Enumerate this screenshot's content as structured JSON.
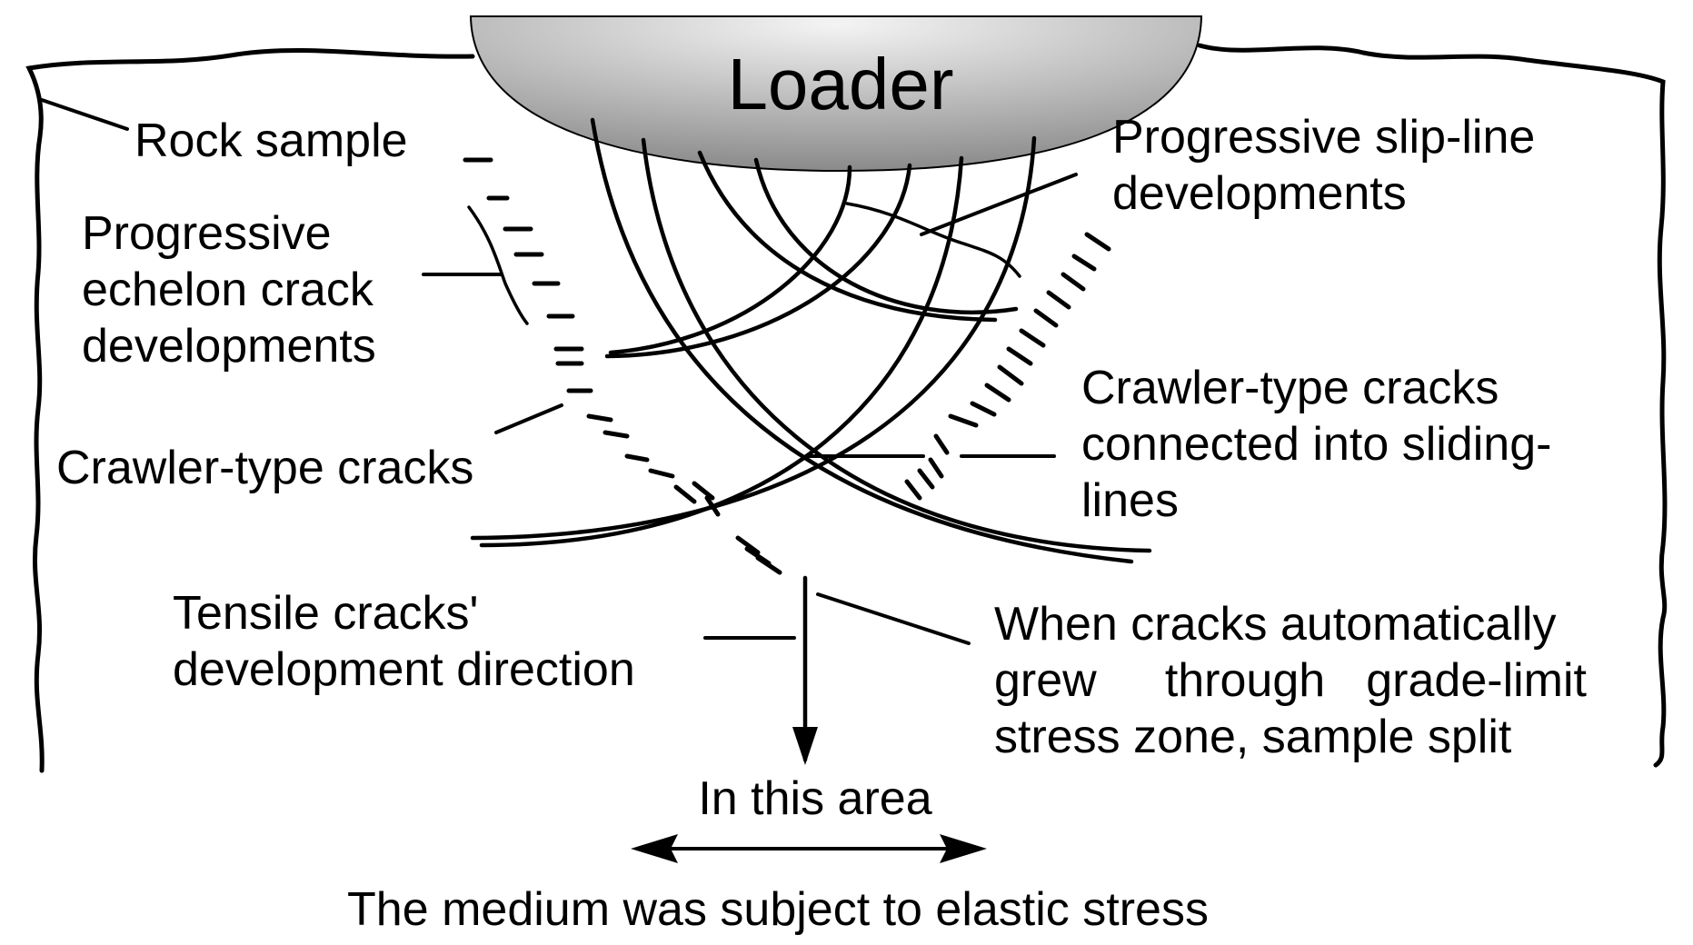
{
  "labels": {
    "loader": "Loader",
    "rock_sample": "Rock sample",
    "echelon_line1": "Progressive",
    "echelon_line2": "echelon crack",
    "echelon_line3": "developments",
    "crawler_left": "Crawler-type cracks",
    "slipline_line1": "Progressive slip-line",
    "slipline_line2": "developments",
    "crawler_right_line1": "Crawler-type cracks",
    "crawler_right_line2": "connected into sliding-",
    "crawler_right_line3": "lines",
    "tensile_line1": "Tensile cracks'",
    "tensile_line2": "development direction",
    "split_line1": "When cracks automatically",
    "split_line2_a": "grew",
    "split_line2_b": "through",
    "split_line2_c": "grade-limit",
    "split_line3": "stress zone, sample split",
    "area": "In this area",
    "elastic": "The medium was subject to elastic stress"
  },
  "colors": {
    "ink": "#000000",
    "crack_trace": "#1a1adc",
    "gray_crack": "#8c8c8c",
    "loader_light": "#f4f4f4",
    "loader_dark": "#8a8a8a"
  }
}
